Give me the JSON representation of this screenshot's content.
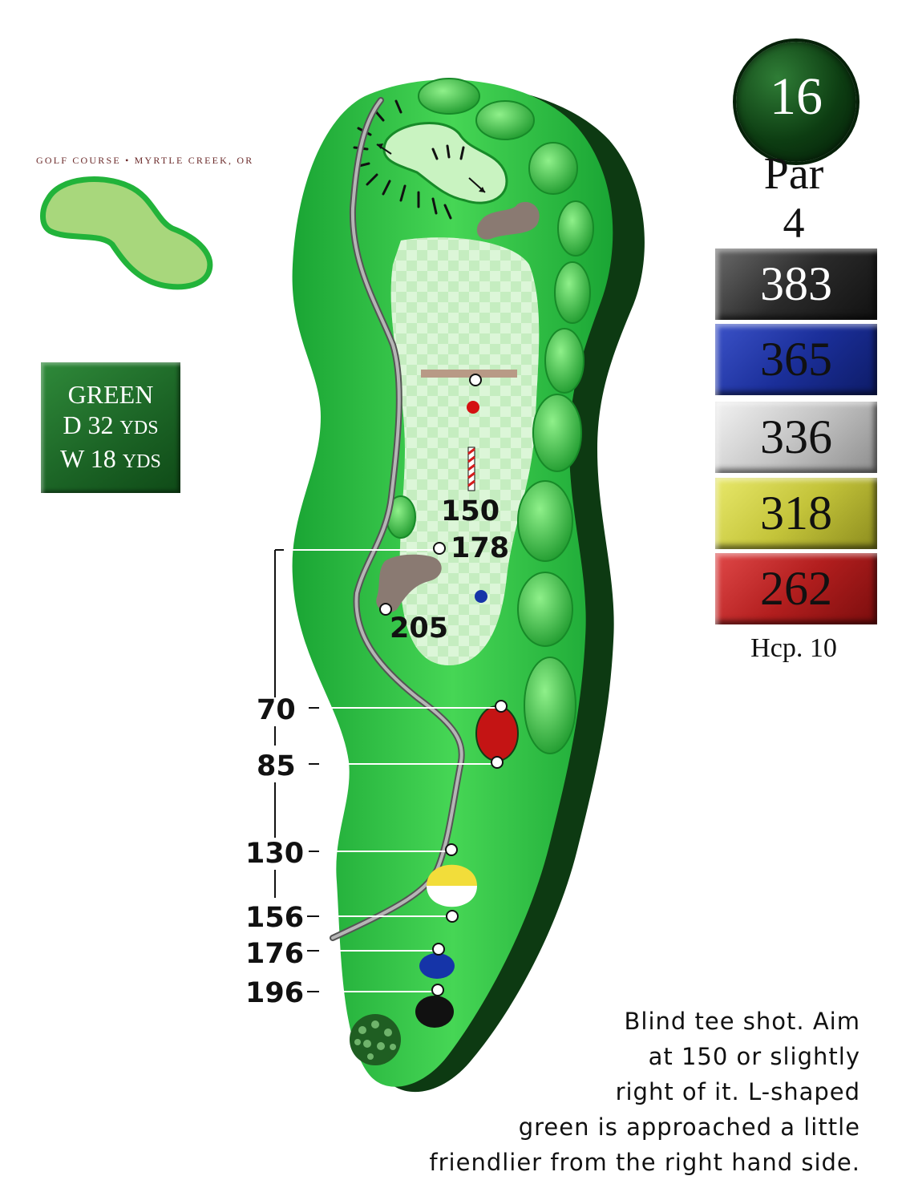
{
  "course_name": "GOLF COURSE • MYRTLE CREEK, OR",
  "hole": {
    "number": "16",
    "par_label": "Par",
    "par_value": "4",
    "handicap": "Hcp. 10"
  },
  "green": {
    "title": "GREEN",
    "depth_prefix": "D 32",
    "width_prefix": "W 18",
    "unit": "YDS"
  },
  "tees": [
    {
      "color": "#2a2a2a",
      "yards": "383"
    },
    {
      "color": "#1b2f9a",
      "yards": "365"
    },
    {
      "color": "#c4c4c4",
      "yards": "336"
    },
    {
      "color": "#c4c43a",
      "yards": "318"
    },
    {
      "color": "#b21e1e",
      "yards": "262"
    }
  ],
  "fairway_markers": {
    "m150": "150",
    "m178": "178",
    "m205": "205"
  },
  "distance_scale": [
    "70",
    "85",
    "130",
    "156",
    "176",
    "196"
  ],
  "note_lines": [
    "Blind tee shot. Aim",
    "at 150 or slightly",
    "right of it. L-shaped",
    "green is approached a little",
    "friendlier from the right hand side."
  ],
  "colors": {
    "fairway": "#5fd35f",
    "rough": "#22b33a",
    "shadow": "#0f3d14",
    "green_surface": "#e3f7df",
    "path": "#9a9a9a"
  }
}
